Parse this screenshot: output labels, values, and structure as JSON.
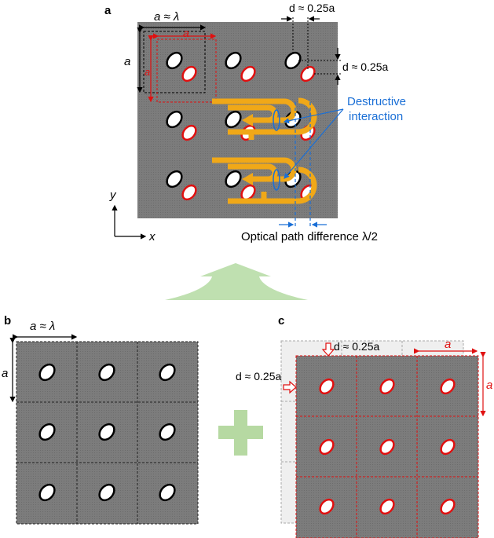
{
  "panels": {
    "a": {
      "label": "a",
      "dim_a_lambda": "a ≈ λ",
      "dim_a_red": "a",
      "dim_a_left": "a",
      "dim_a_left_red": "a",
      "d_top": "d ≈ 0.25a",
      "d_right": "d ≈ 0.25a",
      "destructive_line1": "Destructive",
      "destructive_line2": "interaction",
      "optical_path": "Optical path difference λ/2",
      "axis_y": "y",
      "axis_x": "x"
    },
    "b": {
      "label": "b",
      "dim_top": "a ≈ λ",
      "dim_left": "a"
    },
    "c": {
      "label": "c",
      "d_top": "d ≈ 0.25a",
      "d_left": "d ≈ 0.25a",
      "dim_top_right": "a",
      "dim_right": "a"
    }
  },
  "colors": {
    "metasurface_gray": "#7a7a7a",
    "red": "#e01010",
    "blue": "#1a6fd6",
    "orange_arrow": "#f0a818",
    "green_arrow": "#bfe0b0",
    "plus_green": "#b6d9a2"
  },
  "icons": [
    "arrow-up-green-icon",
    "plus-icon"
  ]
}
